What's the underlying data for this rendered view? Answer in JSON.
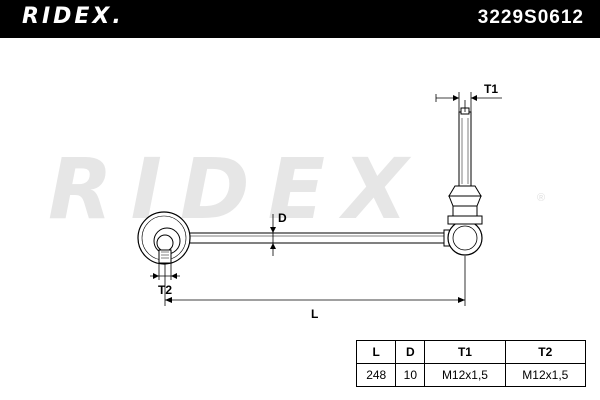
{
  "header": {
    "brand": "RIDEX.",
    "part_number": "3229S0612"
  },
  "watermark": {
    "text": "RIDEX",
    "registered_mark": "®"
  },
  "dimension_labels": {
    "T1": "T1",
    "D": "D",
    "T2": "T2",
    "L": "L"
  },
  "specs": {
    "columns": [
      "L",
      "D",
      "T1",
      "T2"
    ],
    "values": [
      "248",
      "10",
      "M12x1,5",
      "M12x1,5"
    ]
  },
  "colors": {
    "header_bg": "#000000",
    "header_text": "#ffffff",
    "watermark": "#e6e6e6",
    "line": "#000000"
  }
}
